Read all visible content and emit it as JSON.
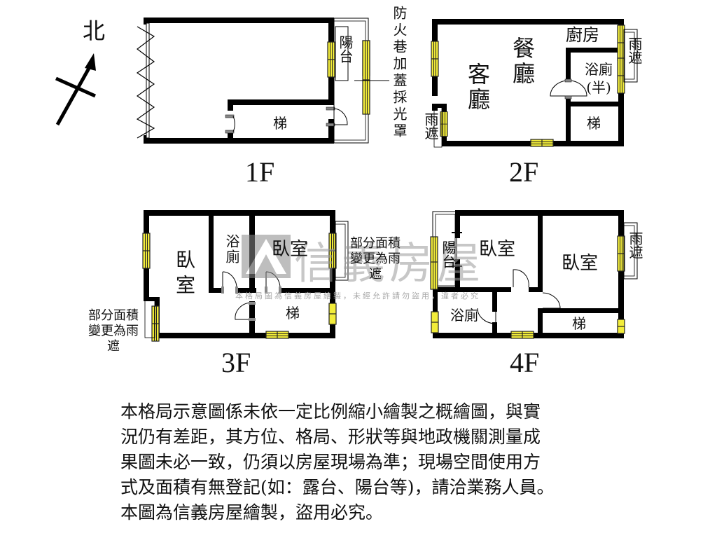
{
  "compass": {
    "label": "北",
    "icon": "north-arrow-icon"
  },
  "floors": [
    {
      "id": "1F",
      "title": "1F",
      "rooms": {
        "stairs": "梯",
        "balcony": "陽台"
      },
      "annotation": "防火巷加蓋採光罩"
    },
    {
      "id": "2F",
      "title": "2F",
      "rooms": {
        "dining": "餐廳",
        "living": "客廳",
        "kitchen": "廚房",
        "half_bath": "浴廁(半)",
        "stairs": "梯",
        "awning_left": "雨遮",
        "awning_right": "雨遮"
      }
    },
    {
      "id": "3F",
      "title": "3F",
      "rooms": {
        "bedroom_left": "臥室",
        "bath": "浴廁",
        "bedroom_right": "臥室",
        "stairs": "梯"
      },
      "notes": {
        "right": [
          "部分面積",
          "變更為雨",
          "遮"
        ],
        "left": [
          "部分面積",
          "變更為雨",
          "遮"
        ]
      }
    },
    {
      "id": "4F",
      "title": "4F",
      "rooms": {
        "balcony": "陽台",
        "bedroom_left": "臥室",
        "bedroom_right": "臥室",
        "bath": "浴廁",
        "stairs": "梯",
        "awning": "雨遮"
      }
    }
  ],
  "watermark": {
    "brand": "信義房屋",
    "notice": "本格局圖為信義房屋繪製，未經允許請勿盜用，違者必究"
  },
  "disclaimer": {
    "lines": [
      "本格局示意圖係未依一定比例縮小繪製之概繪圖，與實",
      "況仍有差距，其方位、格局、形狀等與地政機關測量成",
      "果圖未必一致，仍須以房屋現場為準；現場空間使用方",
      "式及面積有無登記(如：露台、陽台等)，請洽業務人員。",
      "本圖為信義房屋繪製，盜用必究。"
    ]
  },
  "colors": {
    "wall": "#000000",
    "window_fill": "#f2ec3a",
    "window_stroke": "#222222",
    "watermark": "#9a9a9a"
  }
}
